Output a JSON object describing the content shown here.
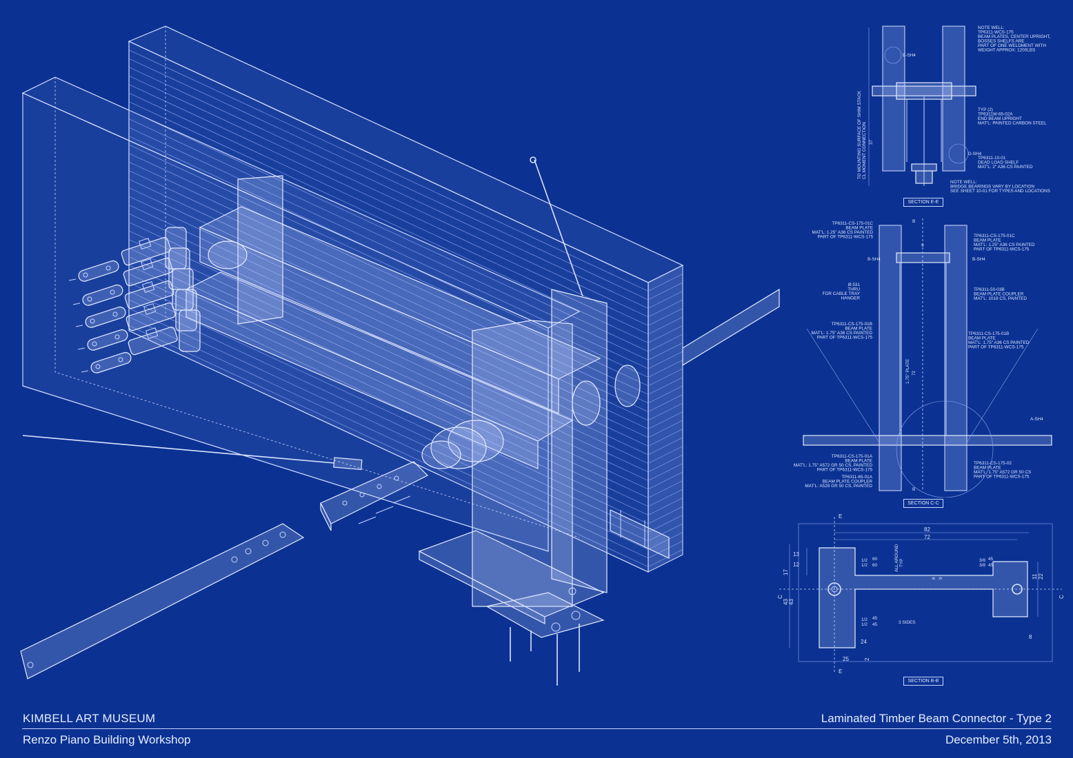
{
  "project": {
    "name": "KIMBELL  ART MUSEUM",
    "architect": "Renzo Piano Building Workshop"
  },
  "drawing": {
    "title": "Laminated Timber Beam Connector - Type 2",
    "date": "December 5th, 2013"
  },
  "sections": {
    "ee": {
      "label": "SECTION E-E",
      "notes": [
        [
          "NOTE WELL:",
          "TP6311-WCS-175",
          "BEAM PLATES, CENTER UPRIGHT,",
          "BOSSES SHELFS ARE",
          "PART OF ONE WELDMENT WITH",
          "WEIGHT APPROX: 1200LBS"
        ],
        [
          "TYP (2)",
          "TP6311W-65-02A",
          "END BEAM UPRIGHT",
          "MAT'L: PAINTED CARBON STEEL"
        ],
        [
          "TP6311-10-01",
          "DEAD LOAD SHELF",
          "MAT'L: 2\" A36 CS PAINTED"
        ],
        [
          "NOTE WELL:",
          "BRIDGE BEARINGS VARY BY LOCATION",
          "SEE SHEET 10-01 FOR TYPES AND LOCATIONS"
        ]
      ],
      "vertical_note": [
        "TO MOUNTING SURFACE OF SHIM STACK",
        "CL MOMENT CONNECTION"
      ],
      "tags": [
        "E-SH4",
        "D-SH4"
      ],
      "dims": [
        "37"
      ]
    },
    "cc": {
      "label": "SECTION C-C",
      "left_notes": [
        [
          "TP6311-CS-175-01C",
          "BEAM PLATE",
          "MAT'L: 1.25\" A36 CS PAINTED",
          "PART OF TP6311-WCS-175"
        ],
        [
          "Ø.531",
          "THRU",
          "FOR CABLE TRAY",
          "HANGER"
        ],
        [
          "TP6311-CS-175-01B",
          "BEAM PLATE",
          "MAT'L: 1.75\" A36 CS PAINTED",
          "PART OF TP6311-WCS-175"
        ],
        [
          "TP6311-CS-175-01A",
          "BEAM PLATE",
          "MAT'L: 1.75\" A572 GR 50 CS, PAINTED",
          "PART OF TP6311-WCS-175"
        ],
        [
          "TP6311-65-01A",
          "BEAM PLATE COUPLER",
          "MAT'L: A529 GR 50 CS, PAINTED"
        ]
      ],
      "right_notes": [
        [
          "TP6311-CS-175-01C",
          "BEAM PLATE",
          "MAT'L: 1.25\" A36 CS PAINTED",
          "PART OF TP6311-WCS-175"
        ],
        [
          "TP6311-50-03B",
          "BEAM PLATE COUPLER",
          "MAT'L: 1018 CS, PAINTED"
        ],
        [
          "TP6311-CS-175-01B",
          "BEAM PLATE",
          "MAT'L: 1.75\" A36 CS PAINTED",
          "PART OF TP6311-WCS-175"
        ],
        [
          "TP6311-CS-175-02",
          "BEAM PLATE",
          "MAT'L: 1.75\" A572 GR 50 CS",
          "PART OF TP6311-WCS-175"
        ]
      ],
      "tags": [
        "B",
        "B-SH4",
        "B-SH4",
        "A-SH4",
        "B"
      ],
      "dims": [
        "1.75\" PLATE",
        "72",
        "9"
      ]
    },
    "bb": {
      "label": "SECTION B-B",
      "dims_top": [
        "82",
        "72"
      ],
      "dims_left": [
        "13",
        "12",
        "17",
        "43",
        "43"
      ],
      "dims_right": [
        "11",
        "22",
        "8"
      ],
      "dims_bottom": [
        "24",
        "25",
        "2"
      ],
      "welds": [
        "1/2",
        "1/2",
        "60",
        "60",
        "3/8",
        "3/8",
        "45",
        "45",
        "1/2",
        "1/2",
        "45",
        "45"
      ],
      "notes": [
        "ALL AROUND",
        "TYP",
        "3 SIDES"
      ],
      "center_dims": [
        "8",
        "9"
      ],
      "tags": [
        "E",
        "E",
        "C",
        "C"
      ]
    }
  }
}
